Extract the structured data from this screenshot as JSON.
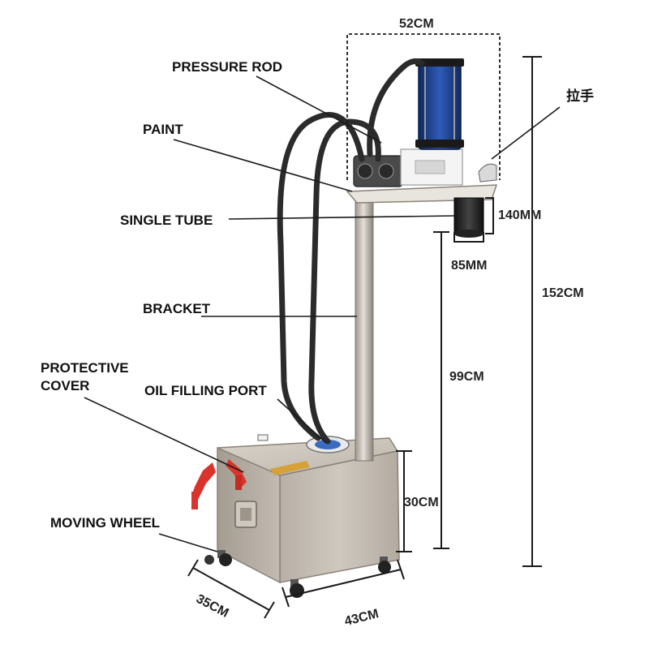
{
  "labels": {
    "pressure_rod": "PRESSURE ROD",
    "paint": "PAINT",
    "single_tube": "SINGLE TUBE",
    "bracket": "BRACKET",
    "protective_cover_1": "PROTECTIVE",
    "protective_cover_2": "COVER",
    "oil_filling_port": "OIL FILLING PORT",
    "moving_wheel": "MOVING WHEEL",
    "handle_cn": "拉手"
  },
  "dimensions": {
    "top_width": "52CM",
    "tube_height": "140MM",
    "tube_diameter": "85MM",
    "total_height": "152CM",
    "rod_height": "99CM",
    "box_height": "30CM",
    "box_depth": "35CM",
    "box_width": "43CM"
  },
  "colors": {
    "steel": "#b9b2a8",
    "steel_dark": "#8f877d",
    "cylinder": "#1b3f8a",
    "hose": "#2b2b2b",
    "red_valve": "#d9342b",
    "brass": "#d7a13a"
  }
}
